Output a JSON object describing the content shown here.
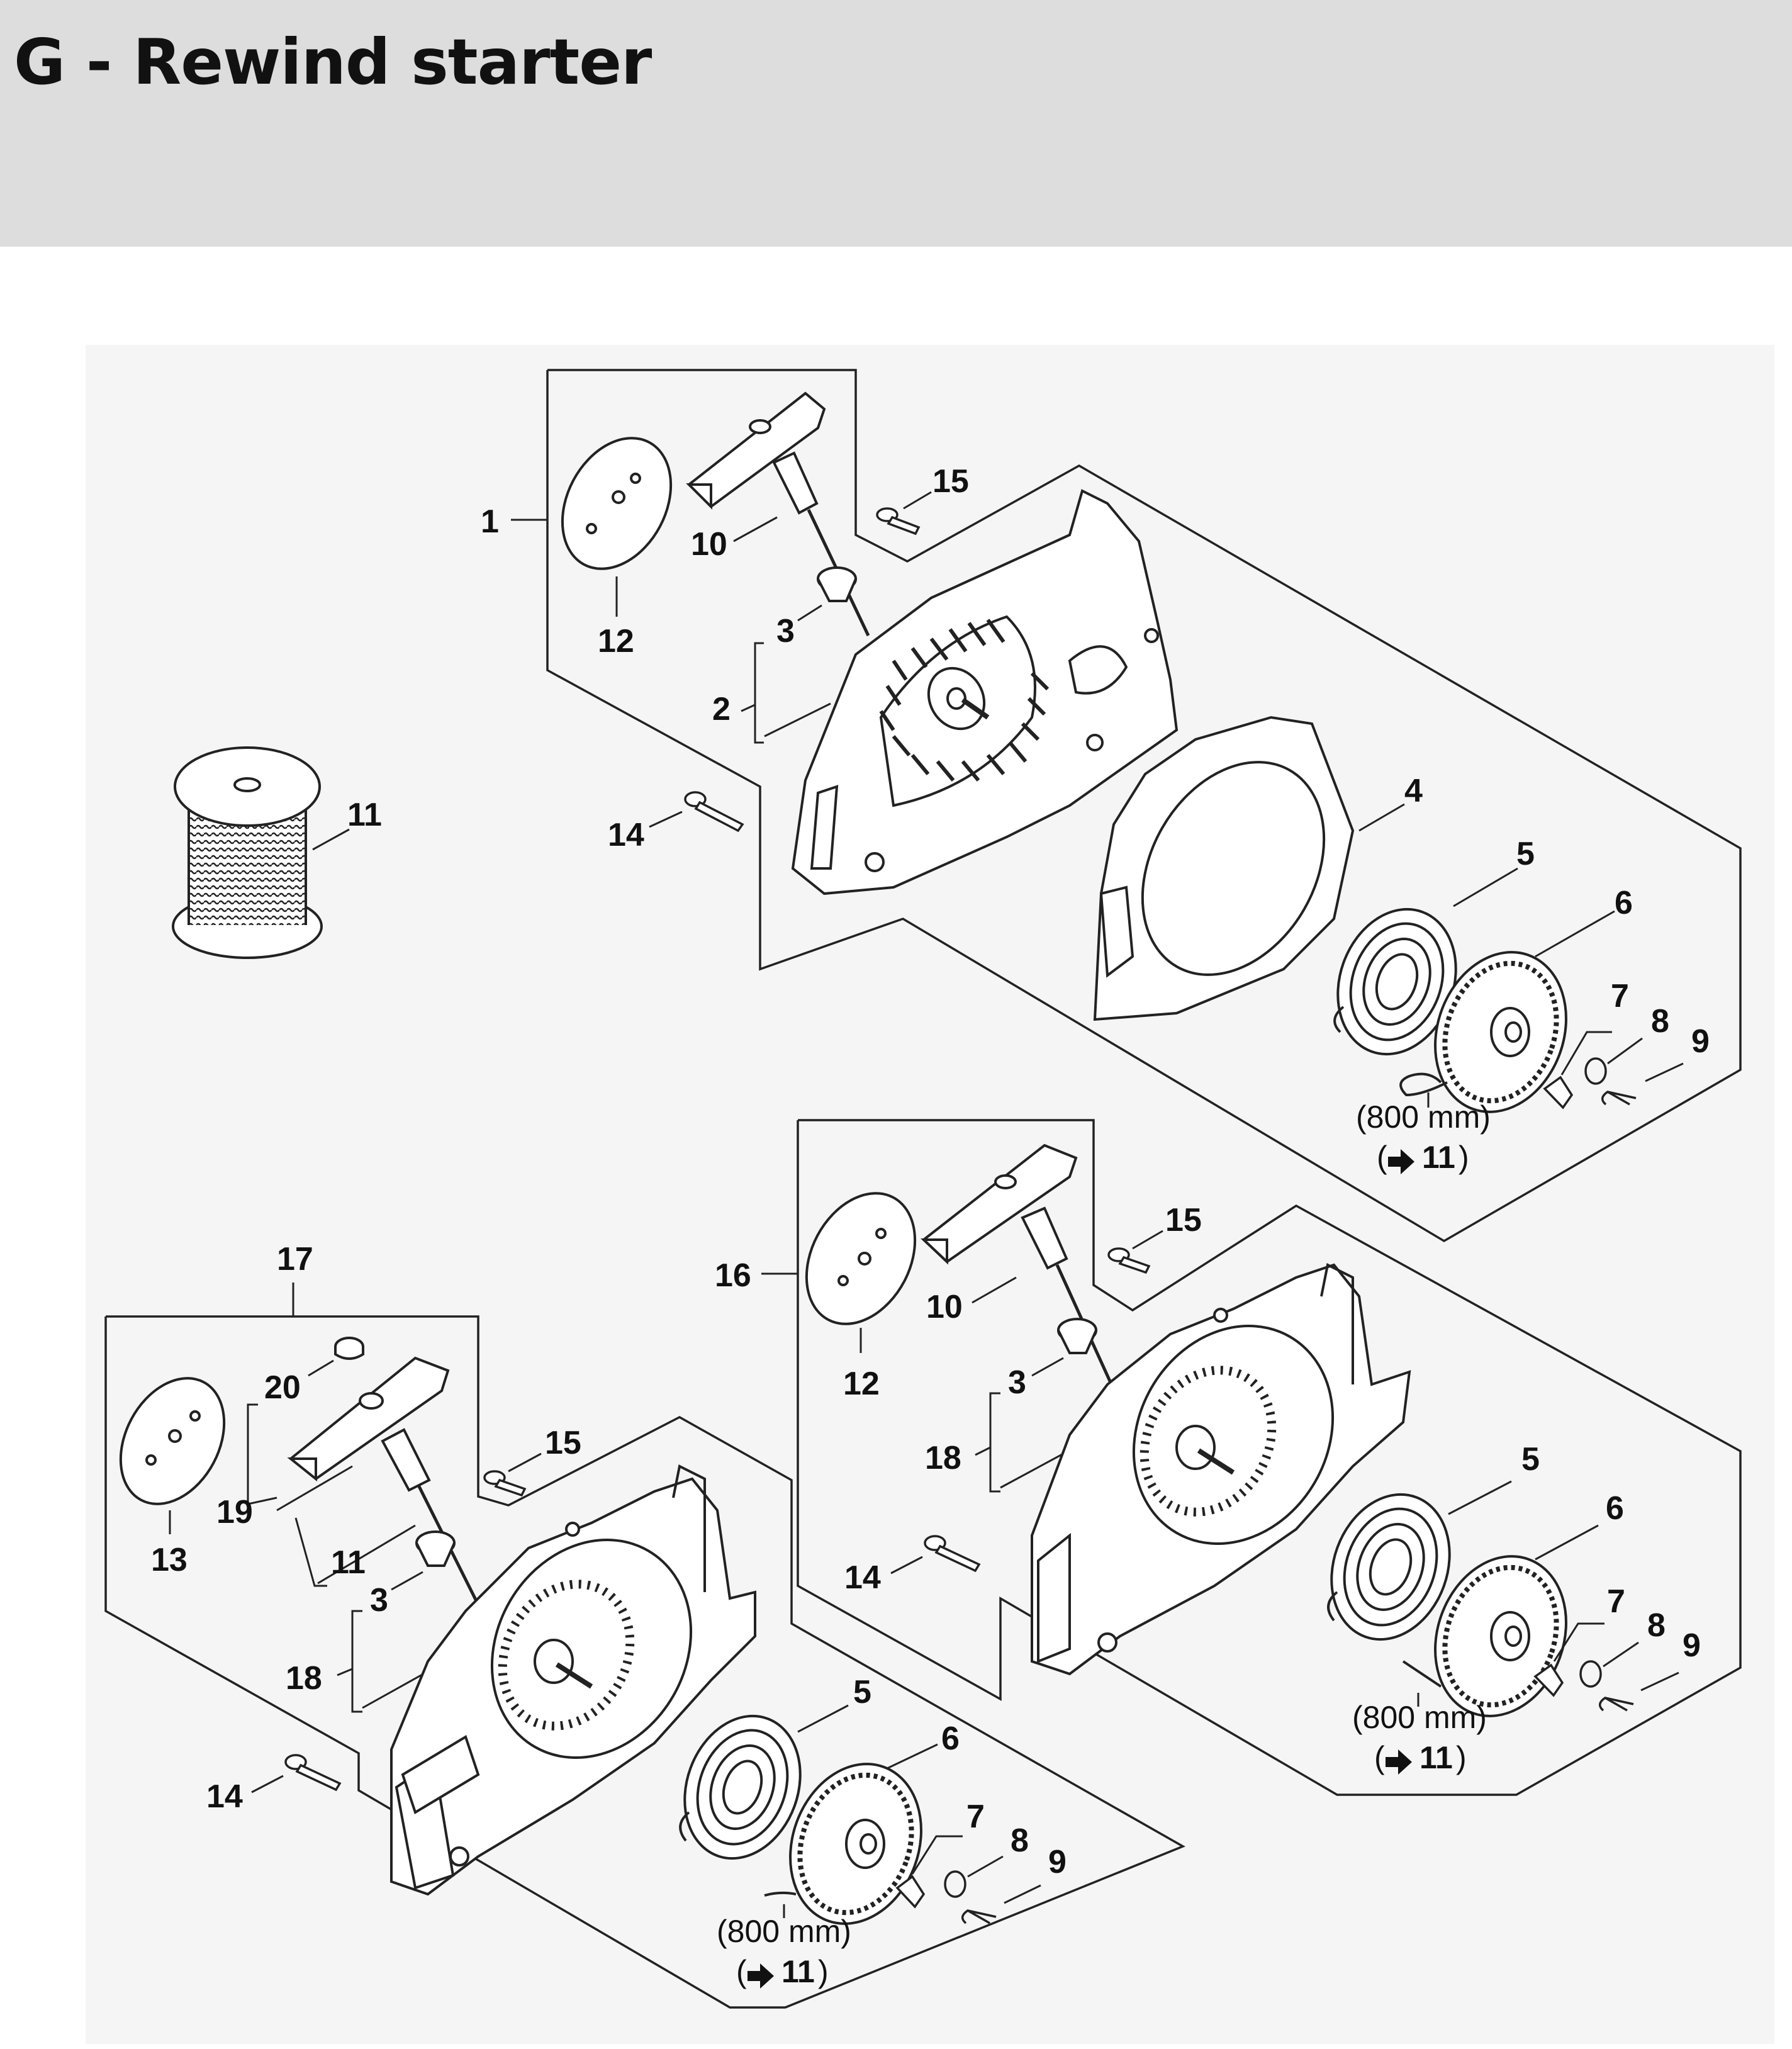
{
  "header": {
    "title": "G - Rewind starter"
  },
  "groups": {
    "top": {
      "assembly_label": "1",
      "labels": {
        "l10": "10",
        "l15": "15",
        "l12": "12",
        "l3": "3",
        "l2": "2",
        "l14": "14",
        "l4": "4",
        "l5": "5",
        "l6": "6",
        "l7": "7",
        "l8": "8",
        "l9": "9"
      },
      "rope_length": "(800 mm)",
      "rope_ref": "11",
      "rope_ref_open": "(",
      "rope_ref_close": ")"
    },
    "spool": {
      "label": "11"
    },
    "right": {
      "assembly_label": "16",
      "labels": {
        "l10": "10",
        "l15": "15",
        "l12": "12",
        "l3": "3",
        "l18": "18",
        "l14": "14",
        "l5": "5",
        "l6": "6",
        "l7": "7",
        "l8": "8",
        "l9": "9"
      },
      "rope_length": "(800 mm)",
      "rope_ref": "11",
      "rope_ref_open": "(",
      "rope_ref_close": ")"
    },
    "left": {
      "assembly_label": "17",
      "labels": {
        "l20": "20",
        "l19": "19",
        "l13": "13",
        "l11": "11",
        "l15": "15",
        "l3": "3",
        "l18": "18",
        "l14": "14",
        "l5": "5",
        "l6": "6",
        "l7": "7",
        "l8": "8",
        "l9": "9"
      },
      "rope_length": "(800 mm)",
      "rope_ref": "11",
      "rope_ref_open": "(",
      "rope_ref_close": ")"
    }
  },
  "icons": {
    "arrow": "right-arrow-icon"
  }
}
